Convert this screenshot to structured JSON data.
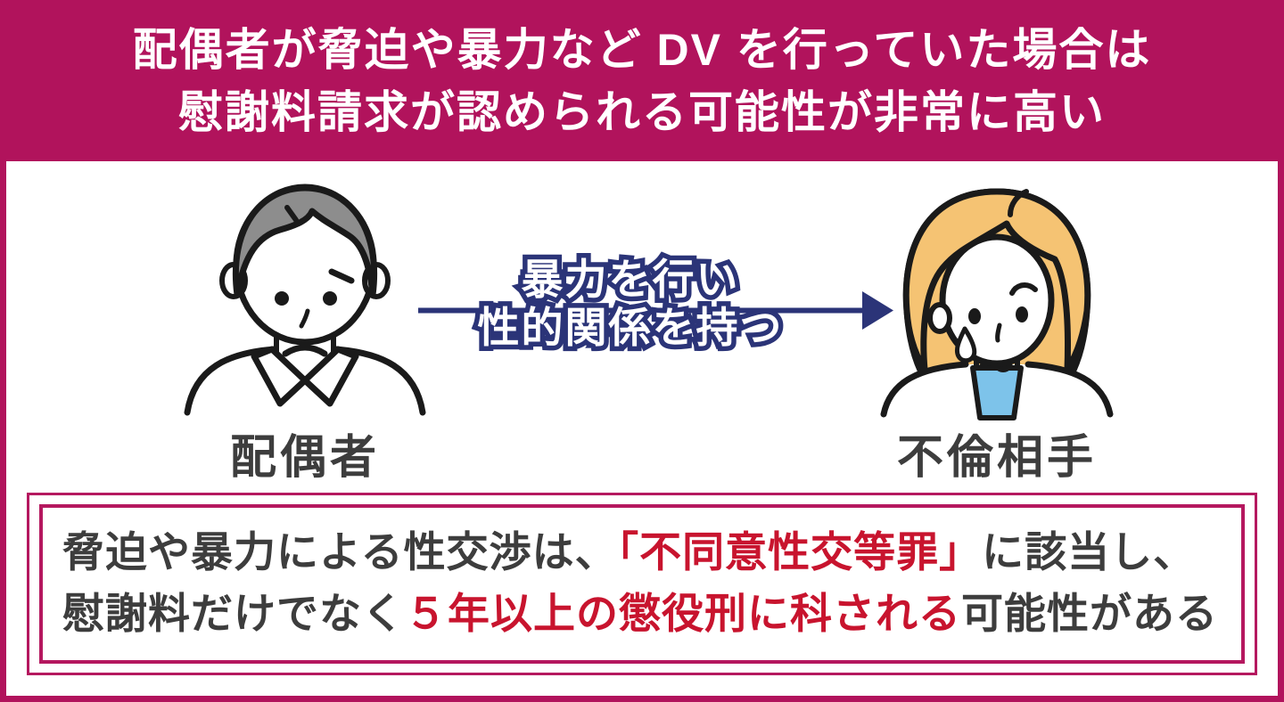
{
  "header": {
    "title_line1": "配偶者が脅迫や暴力など DV を行っていた場合は",
    "title_line2": "慰謝料請求が認められる可能性が非常に高い"
  },
  "diagram": {
    "spouse_label": "配偶者",
    "partner_label": "不倫相手",
    "arrow_label_line1": "暴力を行い",
    "arrow_label_line2": "性的関係を持つ",
    "spouse_illustration": "man-angry-face",
    "partner_illustration": "woman-crying-face",
    "arrow_icon": "right-arrow"
  },
  "note_box": {
    "line1_segments": [
      {
        "text": "脅迫や暴力による性交渉は、",
        "emphasis": false
      },
      {
        "text": "「不同意性交等罪」",
        "emphasis": true
      },
      {
        "text": "に該当し、",
        "emphasis": false
      }
    ],
    "line2_segments": [
      {
        "text": "慰謝料だけでなく",
        "emphasis": false
      },
      {
        "text": "５年以上の懲役刑に科される",
        "emphasis": true
      },
      {
        "text": "可能性がある",
        "emphasis": false
      }
    ]
  },
  "colors": {
    "magenta": "#b1135c",
    "border": "#b5185f",
    "navy": "#2b3478",
    "red": "#c8142e",
    "dark": "#3d3d3d",
    "outline": "#1a1a1a",
    "hair_gray": "#8d8d8d",
    "hair_orange": "#f5c373",
    "shirt_blue": "#7dc3ea"
  }
}
